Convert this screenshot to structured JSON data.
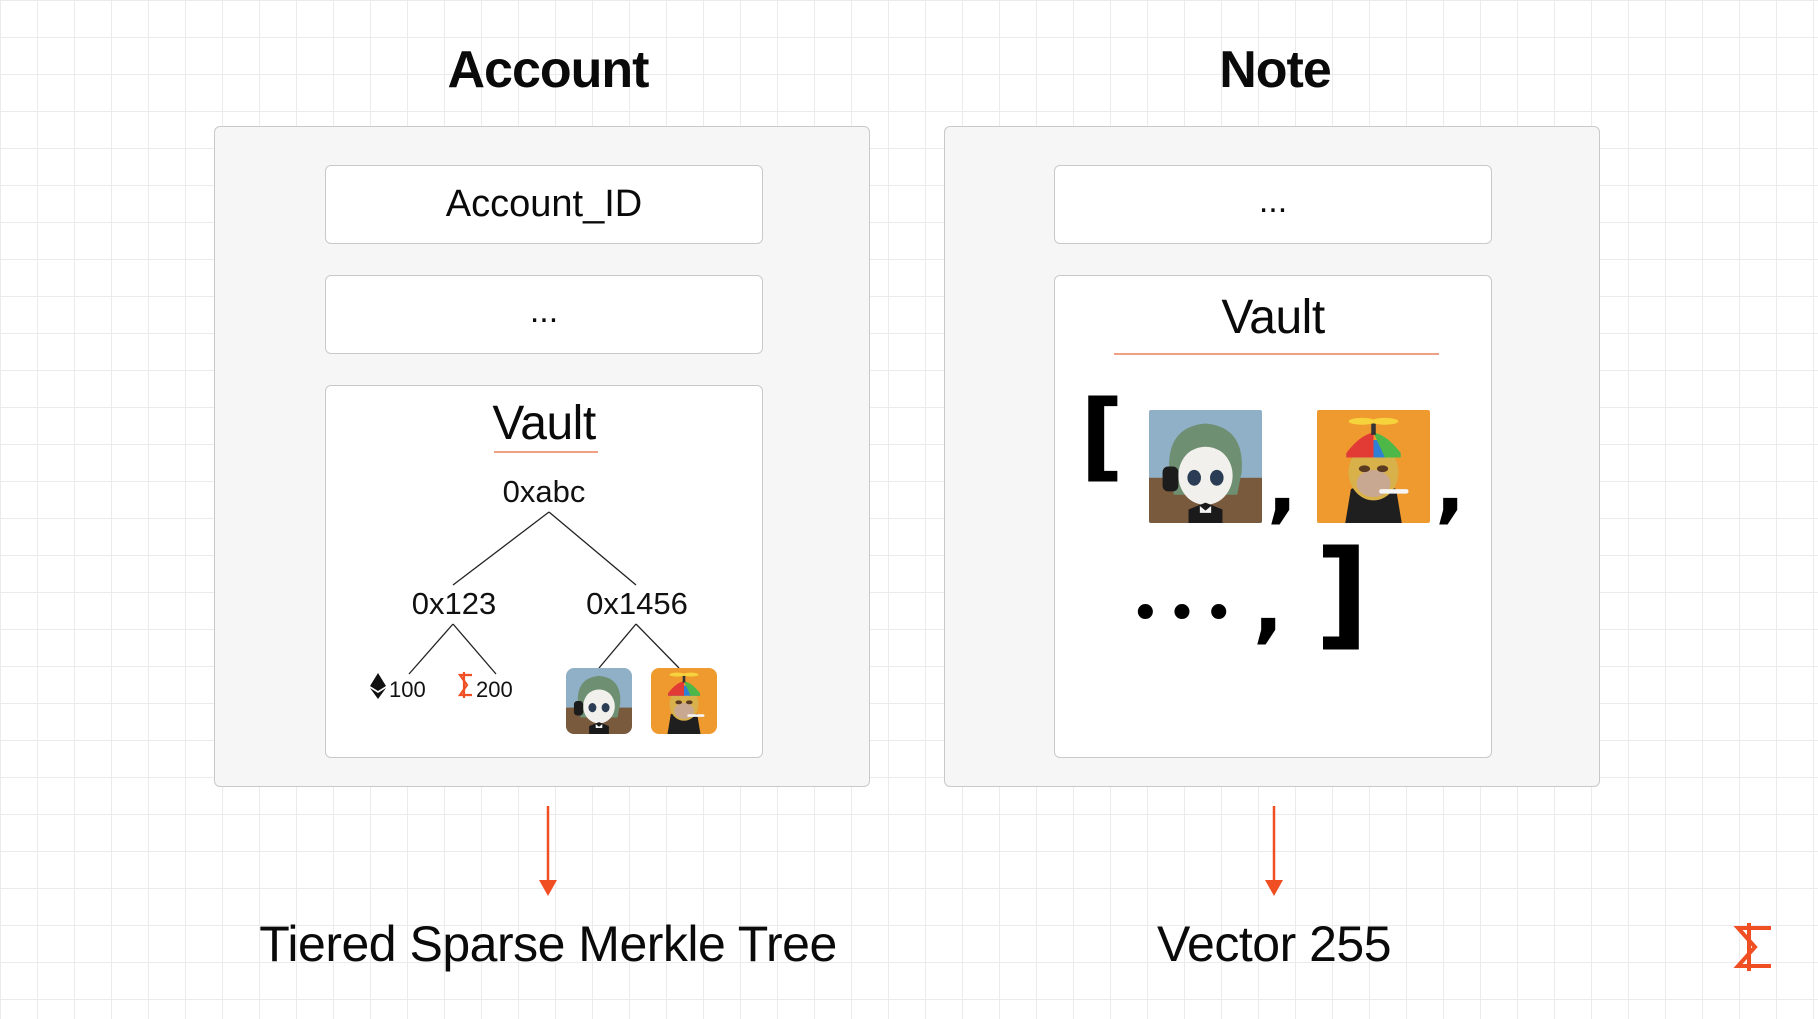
{
  "account": {
    "title": "Account",
    "fields": [
      "Account_ID",
      "..."
    ],
    "vault": {
      "title": "Vault",
      "root": "0xabc",
      "left_child": "0x123",
      "right_child": "0x1456",
      "leaves": [
        {
          "icon": "ethereum-icon",
          "value": "100"
        },
        {
          "icon": "miden-sigma-icon",
          "value": "200"
        },
        {
          "icon": "anime-girl-nft"
        },
        {
          "icon": "ape-propeller-hat-nft"
        }
      ]
    },
    "storage_label": "Tiered Sparse Merkle Tree"
  },
  "note": {
    "title": "Note",
    "fields": [
      "..."
    ],
    "vault": {
      "title": "Vault",
      "open_bracket": "[",
      "close_bracket": "]",
      "separator": ",",
      "ellipsis": "•••",
      "items": [
        "anime-girl-nft",
        "ape-propeller-hat-nft"
      ]
    },
    "storage_label": "Vector 255"
  },
  "colors": {
    "accent": "#f04e23",
    "panel_bg": "#f7f6f6",
    "border": "#c9c9c9",
    "underline": "#f0a184"
  },
  "logo": "miden-sigma-logo"
}
